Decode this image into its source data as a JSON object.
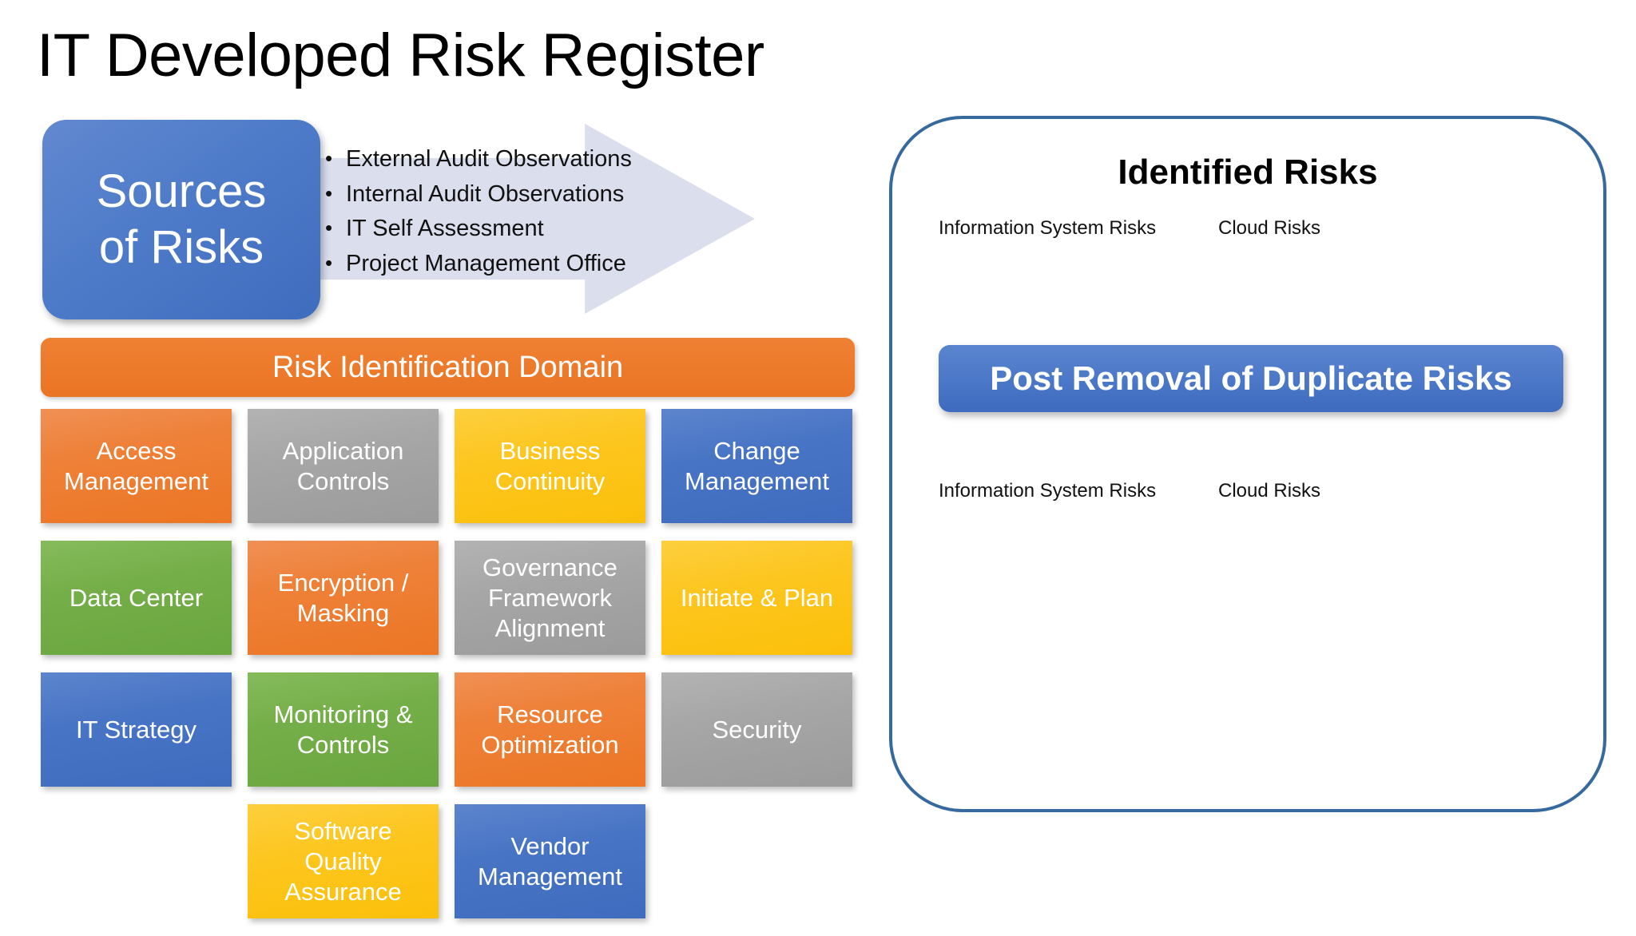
{
  "page": {
    "title": "IT Developed Risk Register"
  },
  "sources": {
    "box_label": "Sources\nof Risks",
    "bullets": [
      "External Audit Observations",
      "Internal Audit Observations",
      "IT Self Assessment",
      "Project Management Office"
    ]
  },
  "domain_banner": {
    "label": "Risk Identification Domain",
    "color": "#ED7D31"
  },
  "tiles": {
    "rows": [
      [
        {
          "label": "Access\nManagement",
          "color": "#ED7D31",
          "color_class": "c-orange"
        },
        {
          "label": "Application\nControls",
          "color": "#A6A6A6",
          "color_class": "c-gray"
        },
        {
          "label": "Business\nContinuity",
          "color": "#FFC000",
          "color_class": "c-yellow"
        },
        {
          "label": "Change\nManagement",
          "color": "#4472C4",
          "color_class": "c-blue"
        }
      ],
      [
        {
          "label": "Data Center",
          "color": "#70AD47",
          "color_class": "c-green"
        },
        {
          "label": "Encryption /\nMasking",
          "color": "#ED7D31",
          "color_class": "c-orange"
        },
        {
          "label": "Governance\nFramework\nAlignment",
          "color": "#A6A6A6",
          "color_class": "c-gray"
        },
        {
          "label": "Initiate & Plan",
          "color": "#FFC000",
          "color_class": "c-yellow"
        }
      ],
      [
        {
          "label": "IT Strategy",
          "color": "#4472C4",
          "color_class": "c-blue"
        },
        {
          "label": "Monitoring &\nControls",
          "color": "#70AD47",
          "color_class": "c-green"
        },
        {
          "label": "Resource\nOptimization",
          "color": "#ED7D31",
          "color_class": "c-orange"
        },
        {
          "label": "Security",
          "color": "#A6A6A6",
          "color_class": "c-gray"
        }
      ],
      [
        {
          "label": "",
          "color": "",
          "color_class": "empty"
        },
        {
          "label": "Software\nQuality\nAssurance",
          "color": "#FFC000",
          "color_class": "c-yellow"
        },
        {
          "label": "Vendor\nManagement",
          "color": "#4472C4",
          "color_class": "c-blue"
        },
        {
          "label": "",
          "color": "",
          "color_class": "empty"
        }
      ]
    ]
  },
  "identified_panel": {
    "title": "Identified Risks",
    "border_color": "#36699E",
    "top_labels": {
      "column_a": "Information System Risks",
      "column_b": "Cloud Risks"
    },
    "post_removal_banner": {
      "label": "Post Removal of Duplicate Risks",
      "color": "#4472C4"
    },
    "bottom_labels": {
      "column_a": "Information System Risks",
      "column_b": "Cloud Risks"
    }
  }
}
